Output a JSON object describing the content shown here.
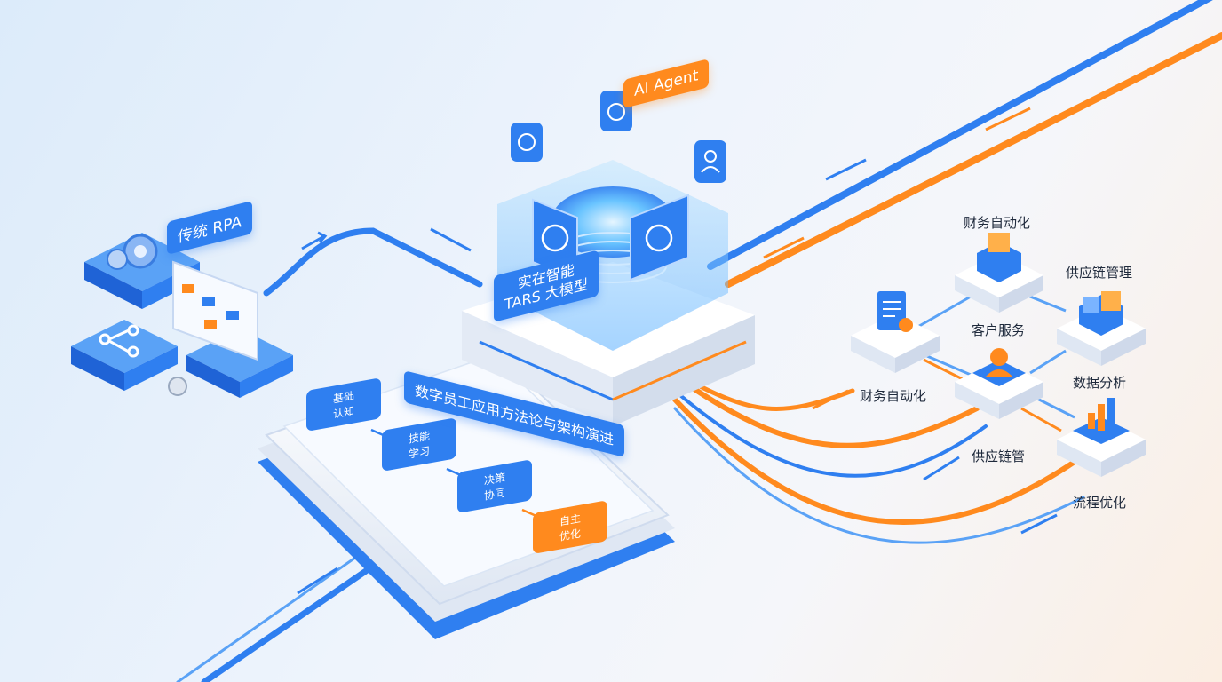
{
  "core": {
    "title_line1": "实在智能",
    "title_line2": "TARS 大模型",
    "agent_tag": "AI Agent"
  },
  "rpa": {
    "tag": "传统 RPA"
  },
  "methodology": {
    "banner": "数字员工应用方法论与架构演进",
    "steps": [
      {
        "line1": "基础",
        "line2": "认知",
        "color": "#2f7ff0"
      },
      {
        "line1": "技能",
        "line2": "学习",
        "color": "#2f7ff0"
      },
      {
        "line1": "决策",
        "line2": "协同",
        "color": "#2f7ff0"
      },
      {
        "line1": "自主",
        "line2": "优化",
        "color": "#ff8a1e"
      }
    ]
  },
  "network": {
    "modules": [
      {
        "label": "财务自动化",
        "icon": "finance-box-icon"
      },
      {
        "label": "供应链管理",
        "icon": "supply-box-icon"
      },
      {
        "label": "客户服务",
        "icon": "customer-service-icon"
      },
      {
        "label": "数据分析",
        "icon": "bar-chart-icon"
      }
    ],
    "flows": [
      "财务自动化",
      "供应链管",
      "流程优化"
    ]
  },
  "colors": {
    "blue": "#2f7ff0",
    "orange": "#ff8a1e",
    "platform": "#eef2f9"
  }
}
